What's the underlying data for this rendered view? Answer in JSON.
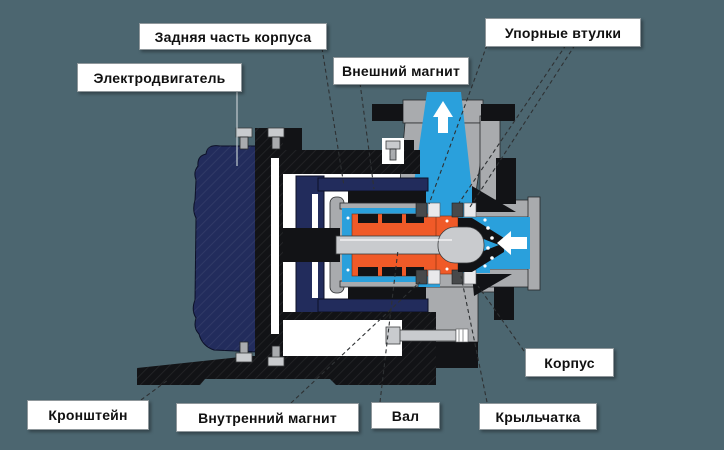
{
  "labels": {
    "rear_casing": "Задняя часть корпуса",
    "motor": "Электродвигатель",
    "outer_magnet": "Внешний магнит",
    "thrust_bushings": "Упорные втулки",
    "bracket": "Кронштейн",
    "inner_magnet": "Внутренний магнит",
    "shaft": "Вал",
    "impeller": "Крыльчатка",
    "casing": "Корпус"
  },
  "icons": {
    "flow_up_arrow": "discharge-flow-direction",
    "flow_left_arrow": "suction-flow-direction"
  },
  "colors": {
    "background": "#4c6670",
    "fluid": "#2aa0dc",
    "inner_magnet_rotor": "#f05a28",
    "motor_housing_navy": "#222c5c",
    "metal_gray": "#a9abae",
    "steel_light": "#c9cbce",
    "part_black": "#121316",
    "label_background": "#ffffff",
    "label_text": "#111111",
    "leader_line": "#2e3133"
  }
}
